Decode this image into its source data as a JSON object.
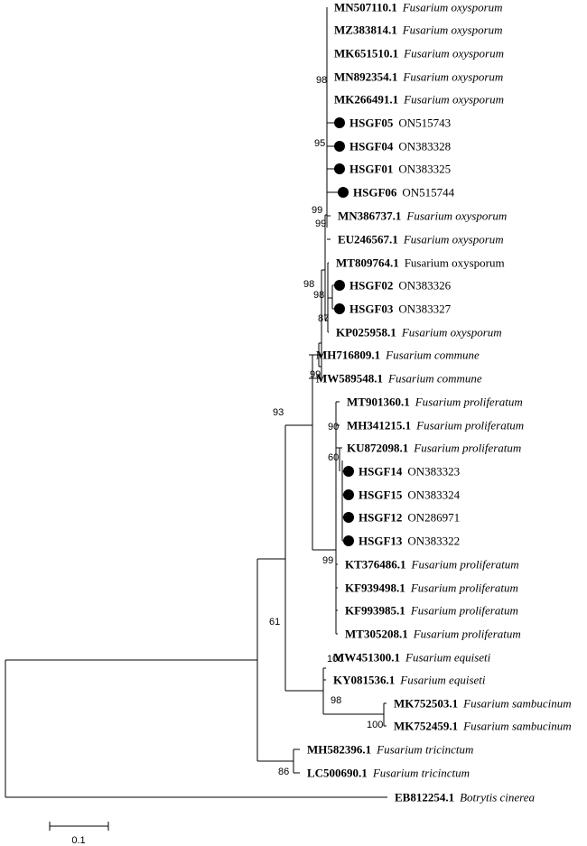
{
  "leaves": [
    {
      "accession": "MN507110.1",
      "name": "Fusarium oxysporum",
      "italic": true,
      "bold_acc": true,
      "dot": false
    },
    {
      "accession": "MZ383814.1",
      "name": "Fusarium oxysporum",
      "italic": true,
      "bold_acc": true,
      "dot": false
    },
    {
      "accession": "MK651510.1",
      "name": "Fusarium oxysporum",
      "italic": true,
      "bold_acc": true,
      "dot": false
    },
    {
      "accession": "MN892354.1",
      "name": "Fusarium oxysporum",
      "italic": true,
      "bold_acc": true,
      "dot": false
    },
    {
      "accession": "MK266491.1",
      "name": "Fusarium oxysporum",
      "italic": true,
      "bold_acc": true,
      "dot": false
    },
    {
      "accession": "HSGF05",
      "name": "ON515743",
      "italic": false,
      "bold_acc": true,
      "dot": true
    },
    {
      "accession": "HSGF04",
      "name": "ON383328",
      "italic": false,
      "bold_acc": true,
      "dot": true
    },
    {
      "accession": "HSGF01",
      "name": "ON383325",
      "italic": false,
      "bold_acc": true,
      "dot": true
    },
    {
      "accession": "HSGF06",
      "name": "ON515744",
      "italic": false,
      "bold_acc": true,
      "dot": true
    },
    {
      "accession": "MN386737.1",
      "name": "Fusarium oxysporum",
      "italic": true,
      "bold_acc": true,
      "dot": false
    },
    {
      "accession": "EU246567.1",
      "name": "Fusarium oxysporum",
      "italic": true,
      "bold_acc": true,
      "dot": false
    },
    {
      "accession": "MT809764.1",
      "name": "Fusarium oxysporum",
      "italic": false,
      "bold_acc": true,
      "dot": false
    },
    {
      "accession": "HSGF02",
      "name": "ON383326",
      "italic": false,
      "bold_acc": true,
      "dot": true
    },
    {
      "accession": "HSGF03",
      "name": "ON383327",
      "italic": false,
      "bold_acc": true,
      "dot": true
    },
    {
      "accession": "KP025958.1",
      "name": "Fusarium oxysporum",
      "italic": true,
      "bold_acc": true,
      "dot": false
    },
    {
      "accession": "MH716809.1",
      "name": "Fusarium commune",
      "italic": true,
      "bold_acc": true,
      "dot": false
    },
    {
      "accession": "MW589548.1",
      "name": "Fusarium commune",
      "italic": true,
      "bold_acc": true,
      "dot": false
    },
    {
      "accession": "MT901360.1",
      "name": "Fusarium proliferatum",
      "italic": true,
      "bold_acc": true,
      "dot": false
    },
    {
      "accession": "MH341215.1",
      "name": "Fusarium proliferatum",
      "italic": true,
      "bold_acc": true,
      "dot": false
    },
    {
      "accession": "KU872098.1",
      "name": "Fusarium proliferatum",
      "italic": true,
      "bold_acc": true,
      "dot": false
    },
    {
      "accession": "HSGF14",
      "name": "ON383323",
      "italic": false,
      "bold_acc": true,
      "dot": true
    },
    {
      "accession": "HSGF15",
      "name": "ON383324",
      "italic": false,
      "bold_acc": true,
      "dot": true
    },
    {
      "accession": "HSGF12",
      "name": "ON286971",
      "italic": false,
      "bold_acc": true,
      "dot": true
    },
    {
      "accession": "HSGF13",
      "name": "ON383322",
      "italic": false,
      "bold_acc": true,
      "dot": true
    },
    {
      "accession": "KT376486.1",
      "name": "Fusarium proliferatum",
      "italic": true,
      "bold_acc": true,
      "dot": false
    },
    {
      "accession": "KF939498.1",
      "name": "Fusarium proliferatum",
      "italic": true,
      "bold_acc": true,
      "dot": false
    },
    {
      "accession": "KF993985.1",
      "name": "Fusarium proliferatum",
      "italic": true,
      "bold_acc": true,
      "dot": false
    },
    {
      "accession": "MT305208.1",
      "name": "Fusarium proliferatum",
      "italic": true,
      "bold_acc": true,
      "dot": false
    },
    {
      "accession": "MW451300.1",
      "name": "Fusarium equiseti",
      "italic": true,
      "bold_acc": true,
      "dot": false
    },
    {
      "accession": "KY081536.1",
      "name": "Fusarium equiseti",
      "italic": true,
      "bold_acc": true,
      "dot": false
    },
    {
      "accession": "MK752503.1",
      "name": "Fusarium sambucinum",
      "italic": true,
      "bold_acc": true,
      "dot": false
    },
    {
      "accession": "MK752459.1",
      "name": "Fusarium sambucinum",
      "italic": true,
      "bold_acc": true,
      "dot": false
    },
    {
      "accession": "MH582396.1",
      "name": "Fusarium tricinctum",
      "italic": true,
      "bold_acc": true,
      "dot": false
    },
    {
      "accession": "LC500690.1",
      "name": "Fusarium tricinctum",
      "italic": true,
      "bold_acc": true,
      "dot": false
    },
    {
      "accession": "EB812254.1",
      "name": "Botrytis cinerea",
      "italic": true,
      "bold_acc": true,
      "dot": false
    }
  ],
  "bootstrap_values": [
    "98",
    "95",
    "99",
    "99",
    "98",
    "98",
    "87",
    "99",
    "93",
    "90",
    "60",
    "99",
    "61",
    "100",
    "98",
    "100",
    "86"
  ],
  "scale_bar": {
    "label": "0.1",
    "length": 0.1
  }
}
